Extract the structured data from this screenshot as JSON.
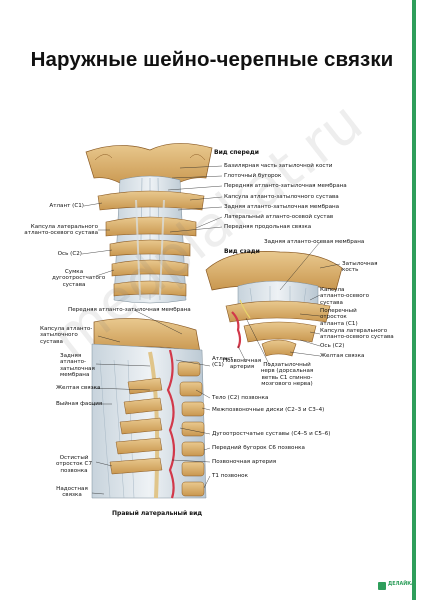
{
  "title": "Наружные шейно-черепные связки",
  "watermark": "medplakat.ru",
  "brand": {
    "name": "ДЕЛАЙКА",
    "color": "#2e9e5b"
  },
  "views": {
    "anterior": {
      "heading": "Вид спереди",
      "labels": {
        "basilar": "Базилярная часть затылочной кости",
        "pharyngeal": "Глоточный бугорок",
        "ant_atlanto_occipital": "Передняя атланто-затылочная мембрана",
        "capsule_atlanto_occipital": "Капсула атланто-затылочного сустава",
        "post_atlanto_occipital": "Задняя атланто-затылочная мембрана",
        "lateral_atlanto_axial": "Латеральный атланто-осевой сустав",
        "ant_longitudinal": "Передняя продольная связка",
        "atlas": "Атлант (C1)",
        "capsule_lat_atlantoaxial": "Капсула латерального атланто-осевого сустава",
        "axis": "Ось (C2)",
        "zygapophyseal": "Сумка дугоотростчатого сустава"
      }
    },
    "posterior": {
      "heading": "Вид сзади",
      "labels": {
        "post_atlanto_axial": "Задняя атланто-осевая мембрана",
        "occipital_bone": "Затылочная кость",
        "capsule_atlanto_axial": "Капсула атланто-осевого сустава",
        "transverse_process": "Поперечный отросток атланта (C1)",
        "capsule_lat": "Капсула латерального атланто-осевого сустава",
        "axis": "Ось (C2)",
        "ligamentum_flavum": "Желтая связка",
        "vertebral_artery": "Позвоночная артерия",
        "suboccipital_nerve": "Подзатылочный нерв (дорсальная ветвь C1 спинно-мозгового нерва)"
      }
    },
    "lateral": {
      "heading": "Правый латеральный вид",
      "labels": {
        "ant_membrane": "Передняя атланто-затылочная мембрана",
        "capsule": "Капсула атланто-затылочного сустава",
        "post_membrane": "Задняя атланто-затылочная мембрана",
        "flavum": "Желтая связка",
        "nuchal_fascia": "Выйная фасция",
        "spinous_c7": "Остистый отросток C7 позвонка",
        "supraspinous": "Надостная связка",
        "atlas": "Атлант (C1)",
        "body_c2": "Тело (C2) позвонка",
        "discs": "Межпозвоночные диски (C2–3 и C3–4)",
        "facet_joints": "Дугоотростчатые суставы (C4–5 и C5–6)",
        "ant_tubercle": "Передний бугорок C6 позвонка",
        "vertebral_artery": "Позвоночная артерия",
        "t1": "T1 позвонок"
      }
    }
  }
}
